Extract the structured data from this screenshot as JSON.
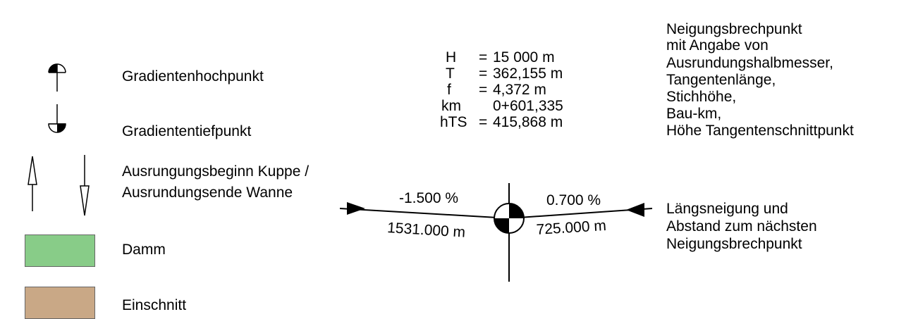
{
  "legend": {
    "high_point_label": "Gradientenhochpunkt",
    "low_point_label": "Gradiententiefpunkt",
    "arrows_label_1": "Ausrungungsbeginn Kuppe /",
    "arrows_label_2": "Ausrundungsende Wanne",
    "damm_label": "Damm",
    "damm_color": "#88CC88",
    "einschnitt_label": "Einschnitt",
    "einschnitt_color": "#C9A886"
  },
  "curve_params": {
    "rows": [
      {
        "key": "H",
        "eq": "=",
        "value": "15 000 m"
      },
      {
        "key": "T",
        "eq": "=",
        "value": "362,155 m"
      },
      {
        "key": "f",
        "eq": "=",
        "value": "4,372 m"
      },
      {
        "key": "km",
        "eq": "",
        "value": "0+601,335"
      },
      {
        "key": "hTS",
        "eq": "=",
        "value": "415,868 m"
      }
    ]
  },
  "profile": {
    "left_slope": "-1.500 %",
    "left_length": "1531.000 m",
    "right_slope": "0.700 %",
    "right_length": "725.000 m"
  },
  "explanations": {
    "break_point_lines": [
      "Neigungsbrechpunkt",
      "mit Angabe von",
      "Ausrundungshalbmesser,",
      "Tangentenlänge,",
      "Stichhöhe,",
      "Bau-km,",
      "Höhe Tangentenschnittpunkt"
    ],
    "slope_lines": [
      "Längsneigung und",
      "Abstand zum nächsten",
      "Neigungsbrechpunkt"
    ]
  }
}
